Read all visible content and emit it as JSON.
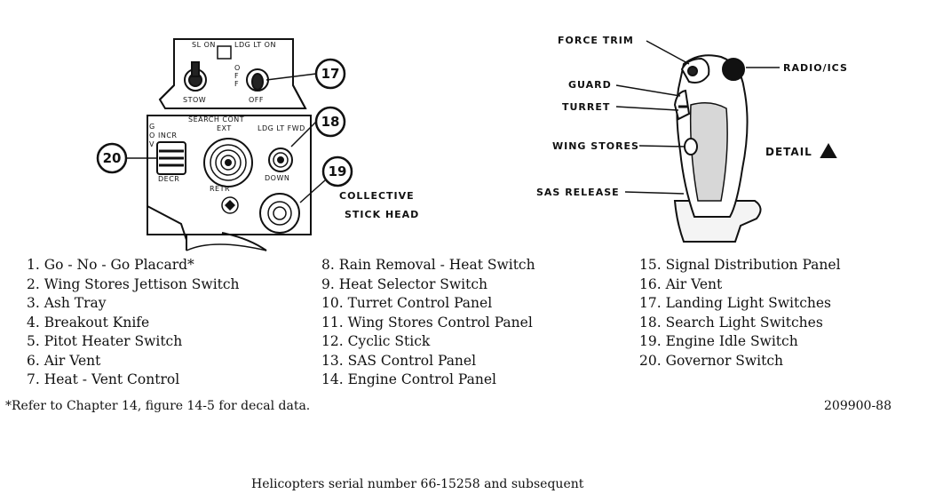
{
  "panel": {
    "callouts": [
      "17",
      "18",
      "19",
      "20"
    ],
    "labels": {
      "sl_on": "SL ON",
      "stow": "STOW",
      "ldg_lt_on": "LDG LT ON",
      "off_vertical": "O F F",
      "off": "OFF",
      "search_cont": "SEARCH CONT",
      "ext": "EXT",
      "ldg_lt_fwd": "LDG LT FWD",
      "down": "DOWN",
      "retr": "RETR",
      "incr": "INCR",
      "decr": "DECR",
      "gov": "G O V",
      "caption_line1": "COLLECTIVE",
      "caption_line2": "STICK HEAD"
    }
  },
  "grip": {
    "labels": {
      "force_trim": "FORCE TRIM",
      "guard": "GUARD",
      "turret": "TURRET",
      "wing_stores": "WING STORES",
      "sas_release": "SAS RELEASE",
      "radio_ics": "RADIO/ICS",
      "detail": "DETAIL"
    }
  },
  "legend": {
    "col1": [
      "1.  Go - No - Go Placard*",
      "2.  Wing Stores Jettison Switch",
      "3.  Ash Tray",
      "4.  Breakout Knife",
      "5.  Pitot Heater Switch",
      "6.  Air Vent",
      "7.  Heat - Vent Control"
    ],
    "col2": [
      "8.  Rain Removal - Heat Switch",
      "9.  Heat Selector Switch",
      "10.  Turret Control Panel",
      "11.  Wing Stores Control Panel",
      "12.  Cyclic Stick",
      "13.  SAS Control Panel",
      "14.  Engine Control Panel"
    ],
    "col3": [
      "15.  Signal Distribution Panel",
      "16.  Air Vent",
      "17.  Landing Light Switches",
      "18.  Search Light Switches",
      "19.  Engine Idle Switch",
      "20.  Governor Switch"
    ]
  },
  "footnote": "*Refer to Chapter 14, figure 14-5 for decal data.",
  "figure_number": "209900-88",
  "caption": "Helicopters serial number 66-15258 and subsequent"
}
